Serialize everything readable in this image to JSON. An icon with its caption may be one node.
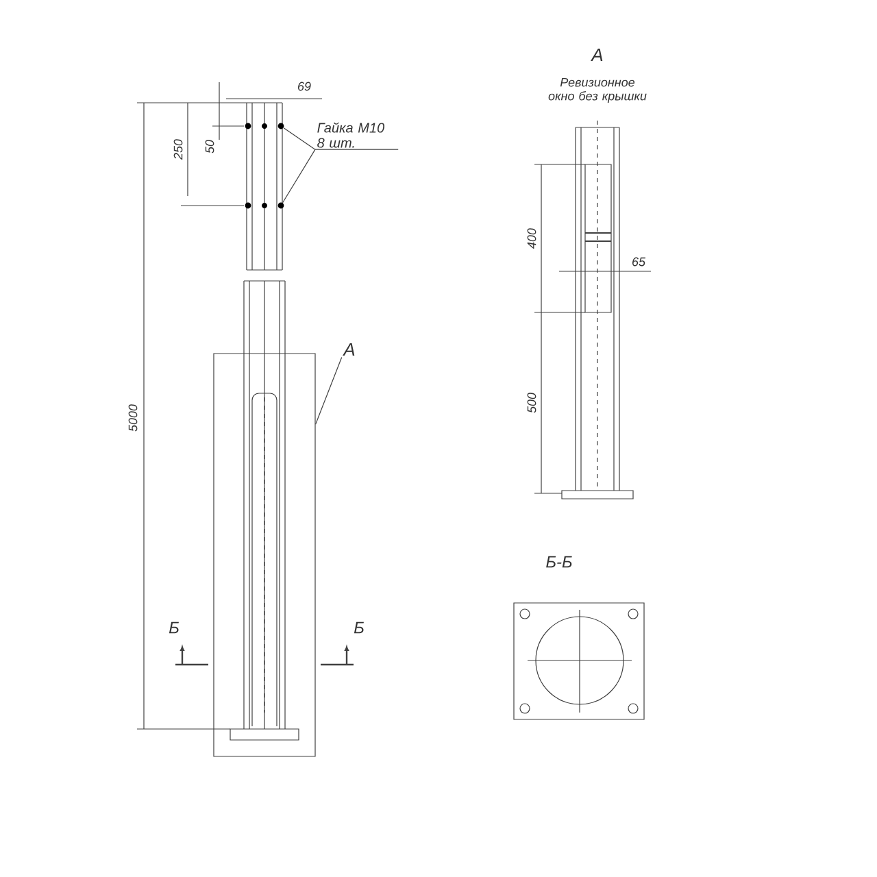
{
  "diagram": {
    "nodes": [
      {
        "text": [
          "Гайка М10 8 шт."
        ]
      },
      {
        "text": [
          "A"
        ]
      },
      {
        "text": [],
        "shape": "box"
      },
      {
        "text": [],
        "shape": "circle"
      },
      {
        "text": [],
        "shape": "circle"
      }
    ],
    "edges": [
      {
        "from": 0,
        "to": 3,
        "arrow": "none"
      },
      {
        "from": 0,
        "to": 4,
        "arrow": "none"
      },
      {
        "from": 1,
        "to": 2,
        "arrow": "none"
      }
    ],
    "labels": [
      "69",
      "250",
      "50",
      "5000",
      "A",
      "Ревизионное окно без крышки",
      "400",
      "65",
      "500",
      "Б",
      "Б",
      "Б-Б"
    ]
  }
}
